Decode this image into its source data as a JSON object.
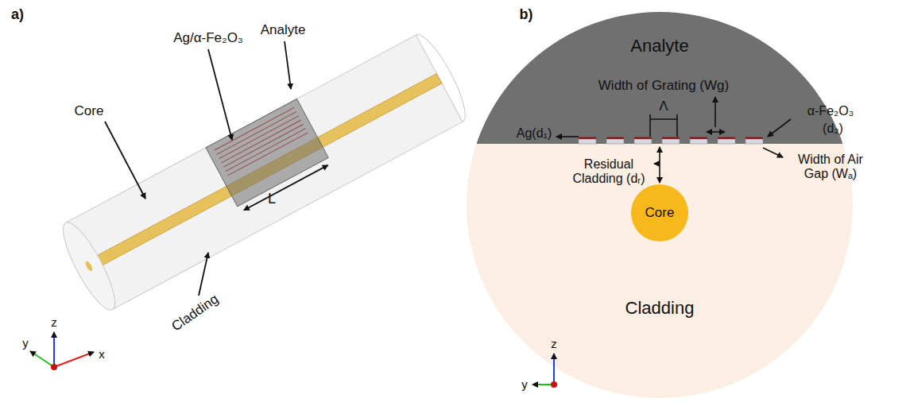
{
  "diagram": {
    "nodes": [
      {
        "text": [
          "Core"
        ]
      }
    ],
    "labels": [
      "a)",
      "Core",
      "Ag/α-Fe₂O₃",
      "Analyte",
      "L",
      "Cladding",
      "z",
      "y",
      "x",
      "b)",
      "Analyte",
      "Width of Grating (Wg)",
      "Λ",
      "α-Fe₂O₃",
      "(d₂)",
      "Ag(d₁)",
      "Residual Cladding (dᵣ)",
      "Width of Air Gap (Wₐ)",
      "Cladding",
      "z",
      "y"
    ]
  }
}
